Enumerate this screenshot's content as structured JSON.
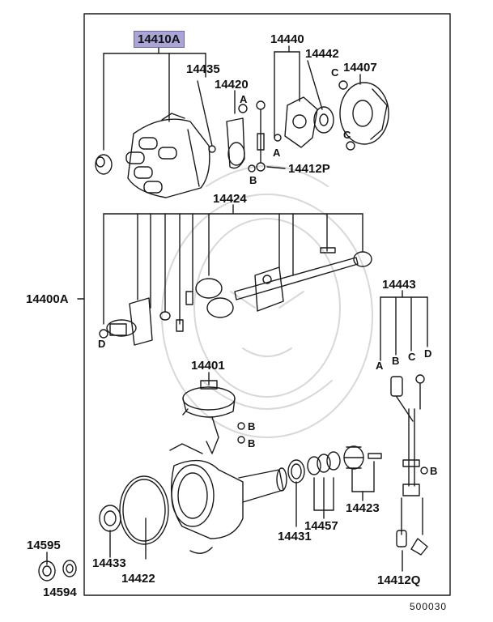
{
  "diagram": {
    "highlighted_part": "14410A",
    "assembly_label": "14400A",
    "figure_code": "500030",
    "colors": {
      "line": "#1a1a1a",
      "highlight": "#a9a6d6",
      "watermark": "#d8d8d8"
    },
    "parts": {
      "p14435": "14435",
      "p14420": "14420",
      "p14440": "14440",
      "p14442": "14442",
      "p14407": "14407",
      "p14412P": "14412P",
      "p14424": "14424",
      "p14443": "14443",
      "p14401": "14401",
      "p14423": "14423",
      "p14457": "14457",
      "p14431": "14431",
      "p14433": "14433",
      "p14422": "14422",
      "p14412Q": "14412Q",
      "p14595": "14595",
      "p14594": "14594"
    },
    "letters": {
      "A": "A",
      "B": "B",
      "C": "C",
      "D": "D"
    }
  }
}
